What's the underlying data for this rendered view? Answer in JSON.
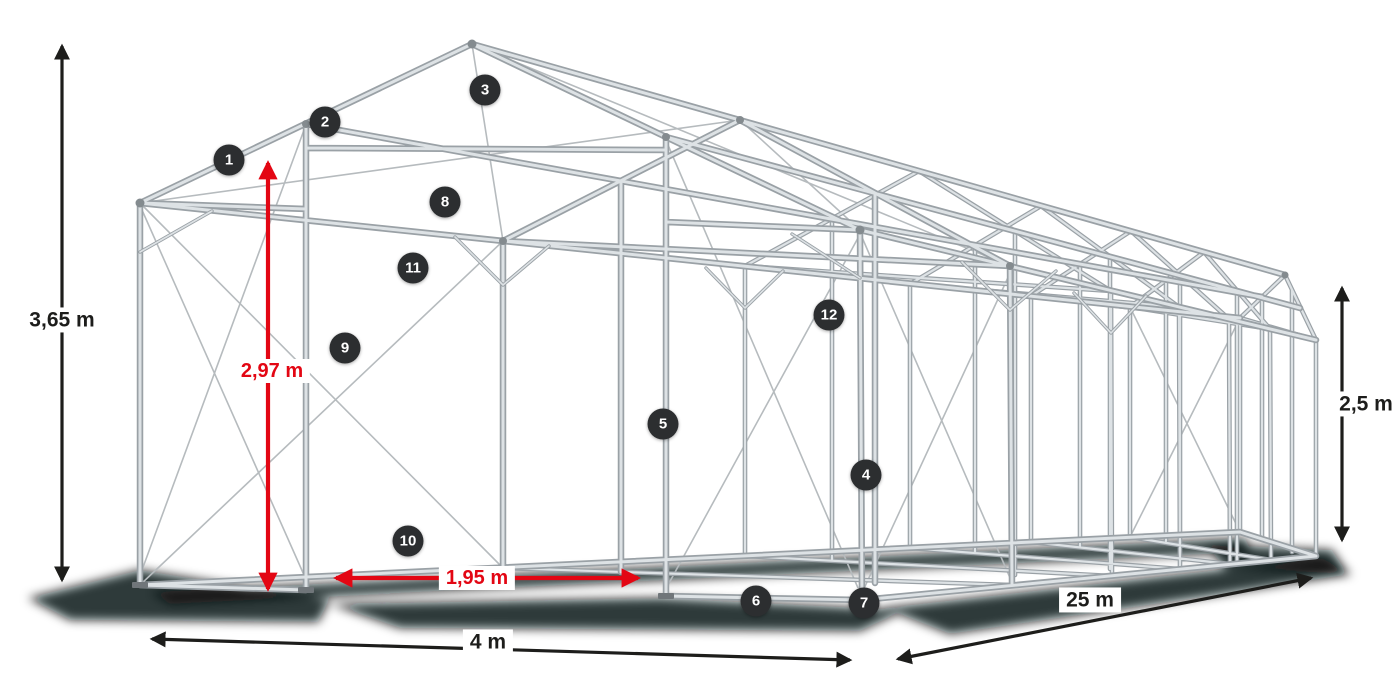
{
  "figure": {
    "kind": "product-technical-diagram",
    "subject": "steel tube tent frame construction"
  },
  "dimensions": {
    "total_height": "3,65 m",
    "entrance_height": "2,97 m",
    "side_height": "2,5 m",
    "entrance_width": "1,95 m",
    "width": "4 m",
    "length": "25 m"
  },
  "part_badges": [
    {
      "number": "1"
    },
    {
      "number": "2"
    },
    {
      "number": "3"
    },
    {
      "number": "4"
    },
    {
      "number": "5"
    },
    {
      "number": "6"
    },
    {
      "number": "7"
    },
    {
      "number": "8"
    },
    {
      "number": "9"
    },
    {
      "number": "10"
    },
    {
      "number": "11"
    },
    {
      "number": "12"
    }
  ],
  "colors": {
    "dim-black": "#1d1d1b",
    "dim-red": "#e30613",
    "badge-bg": "#2c2e30",
    "badge-text": "#ffffff",
    "tube-core": "#9aa1a6",
    "tube-highlight": "#dde2e5",
    "cable": "#b6bbbe",
    "background": "#ffffff"
  }
}
